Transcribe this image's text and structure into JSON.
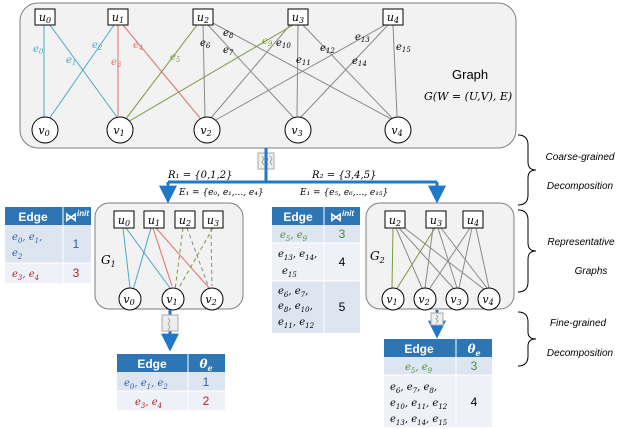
{
  "colors": {
    "blue": "#4aa8c8",
    "red": "#e0706a",
    "green": "#7a9a3a",
    "gray": "#8a8a8a",
    "arrow": "#1f78c8",
    "tblHead": "#2e75b6",
    "tblRow1": "#dde6f0",
    "tblRow2": "#eef2f8",
    "cellText": "#2e5fa8",
    "cellRed": "#b22222",
    "cellGreen": "#4e8a3e"
  },
  "graph": {
    "title": "Graph",
    "formula": "G(W = (U,V), E)",
    "U": [
      "u0",
      "u1",
      "u2",
      "u3",
      "u4"
    ],
    "V": [
      "v0",
      "v1",
      "v2",
      "v3",
      "v4"
    ],
    "edges": [
      "e0",
      "e1",
      "e2",
      "e3",
      "e4",
      "e5",
      "e6",
      "e7",
      "e8",
      "e9",
      "e10",
      "e11",
      "e12",
      "e13",
      "e14",
      "e15"
    ]
  },
  "split": {
    "R1": "R₁ = {0,1,2}",
    "E1": "E₁ = {e₀, e₁,..., e₄}",
    "R2": "R₂ = {3,4,5}",
    "E2": "E₁ = {e₅, e₆,..., e₁₅}"
  },
  "captions": {
    "coarse1": "Coarse-grained",
    "coarse2": "Decomposition",
    "rep1": "Representative",
    "rep2": "Graphs",
    "fine1": "Fine-grained",
    "fine2": "Decomposition"
  },
  "G1": {
    "label": "G1",
    "U": [
      "u0",
      "u1",
      "u2",
      "u3"
    ],
    "V": [
      "v0",
      "v1",
      "v2"
    ]
  },
  "G2": {
    "label": "G2",
    "U": [
      "u2",
      "u3",
      "u4"
    ],
    "V": [
      "v1",
      "v2",
      "v3",
      "v4"
    ]
  },
  "table1": {
    "headers": [
      "Edge",
      "⋈init"
    ],
    "rows": [
      {
        "edges": "e0, e1, e2",
        "value": "1"
      },
      {
        "edges": "e3, e4",
        "value": "3"
      }
    ]
  },
  "table2": {
    "headers": [
      "Edge",
      "⋈init"
    ],
    "rows": [
      {
        "edges": "e5, e9",
        "value": "3"
      },
      {
        "edges": "e13, e14, e15",
        "value": "4"
      },
      {
        "edges": "e6, e7, e8, e10, e11, e12",
        "value": "5"
      }
    ]
  },
  "table3": {
    "headers": [
      "Edge",
      "θe"
    ],
    "rows": [
      {
        "edges": "e0, e1, e2",
        "value": "1"
      },
      {
        "edges": "e3, e4",
        "value": "2"
      }
    ]
  },
  "table4": {
    "headers": [
      "Edge",
      "θe"
    ],
    "rows": [
      {
        "edges": "e5, e9",
        "value": "3"
      },
      {
        "edges": "e6, e7, e8, e10, e11, e12, e13, e14, e15",
        "value": "4"
      }
    ]
  }
}
